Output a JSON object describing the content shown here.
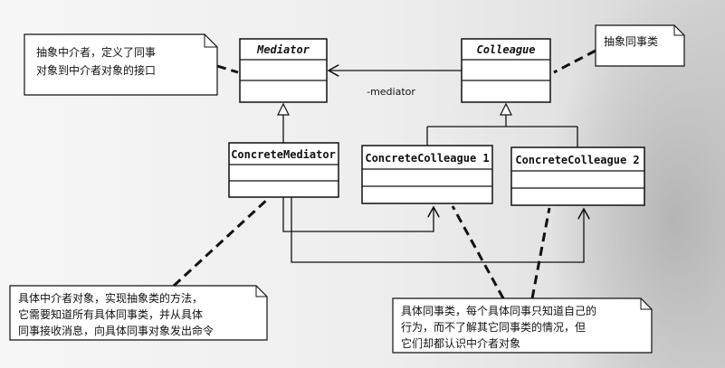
{
  "classes": {
    "mediator": "Mediator",
    "colleague": "Colleague",
    "concrete_mediator": "ConcreteMediator",
    "concrete_colleague_1": "ConcreteColleague 1",
    "concrete_colleague_2": "ConcreteColleague 2"
  },
  "association_label": "-mediator",
  "notes": {
    "mediator_note": [
      "抽象中介者，定义了同事",
      "对象到中介者对象的接口"
    ],
    "colleague_note": [
      "抽象同事类"
    ],
    "concrete_mediator_note": [
      "具体中介者对象，实现抽象类的方法，",
      "它需要知道所有具体同事类，并从具体",
      "同事接收消息，向具体同事对象发出命令"
    ],
    "concrete_colleague_note": [
      "具体同事类，每个具体同事只知道自己的",
      "行为，而不了解其它同事类的情况，但",
      "它们却都认识中介者对象"
    ]
  }
}
